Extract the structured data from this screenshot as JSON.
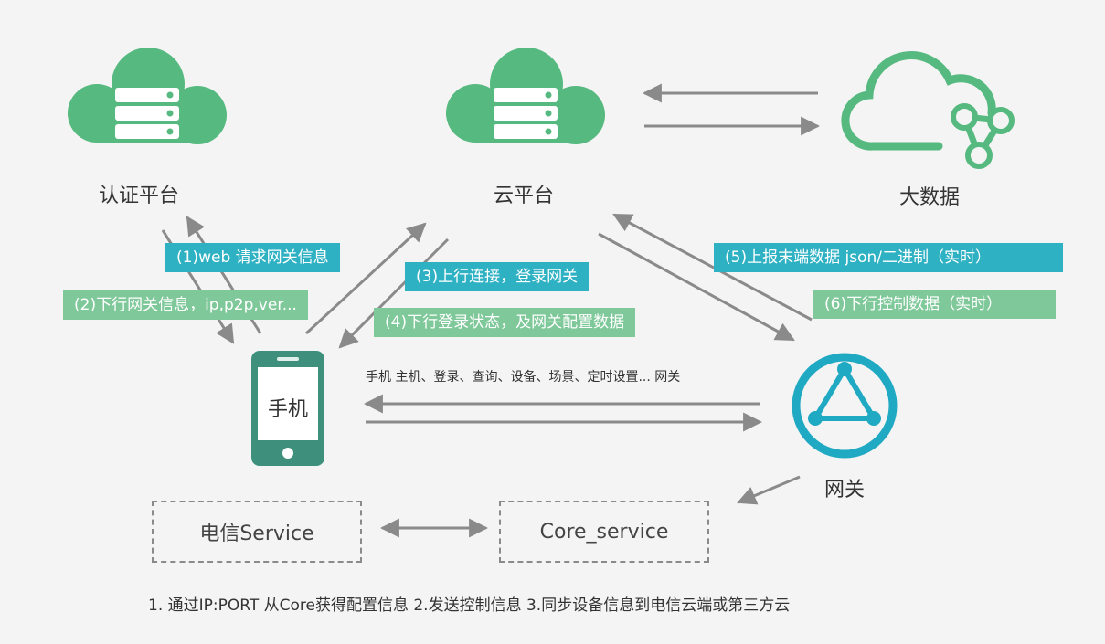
{
  "nodes": {
    "auth": "认证平台",
    "cloud": "云平台",
    "bigdata": "大数据",
    "phone": "手机",
    "gateway": "网关"
  },
  "tags": {
    "t1": "(1)web 请求网关信息",
    "t2": "(2)下行网关信息，ip,p2p,ver...",
    "t3": "(3)上行连接，登录网关",
    "t4": "(4)下行登录状态，及网关配置数据",
    "t5": "(5)上报末端数据 json/二进制（实时）",
    "t6": "(6)下行控制数据（实时）"
  },
  "phone_gateway_text": "手机  主机、登录、查询、设备、场景、定时设置...  网关",
  "boxes": {
    "telecom": "电信Service",
    "core": "Core_service"
  },
  "footer": "1. 通过IP:PORT 从Core获得配置信息     2.发送控制信息     3.同步设备信息到电信云端或第三方云",
  "colors": {
    "green": "#56b97f",
    "teal": "#1fa9c2",
    "phone": "#3e8f7c",
    "tag_blue": "#2fb1c4",
    "tag_green": "#7fc89a",
    "arrow": "#8a8a8a"
  }
}
